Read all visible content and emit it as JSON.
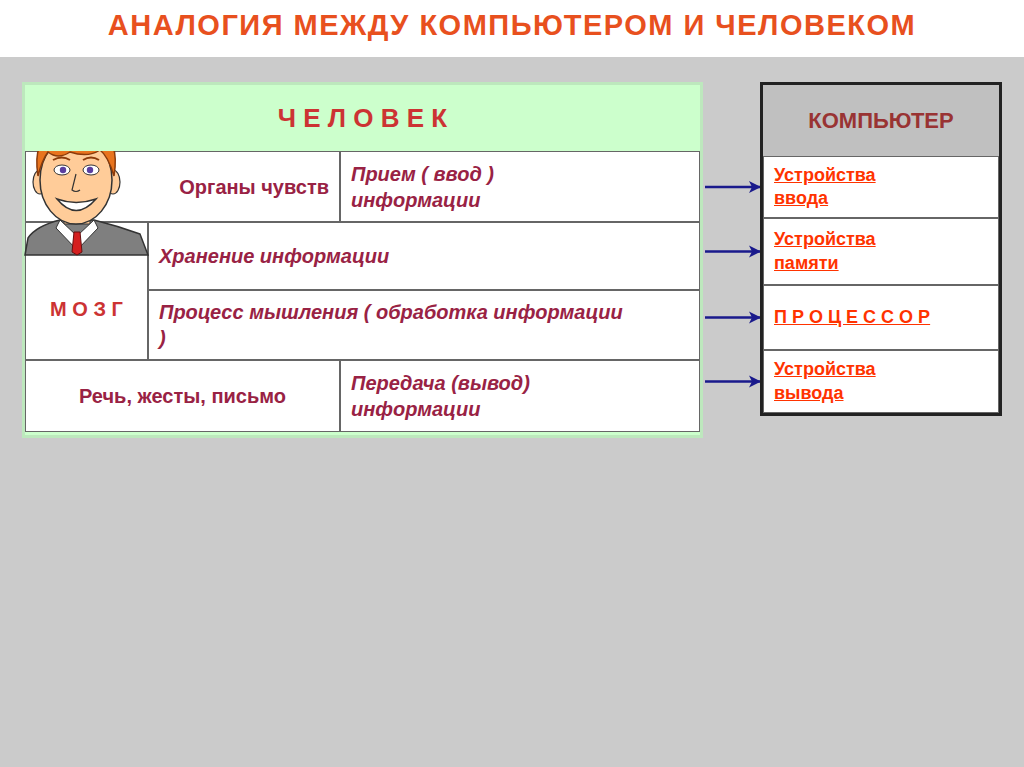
{
  "diagram": {
    "title": "АНАЛОГИЯ МЕЖДУ КОМПЬЮТЕРОМ И ЧЕЛОВЕКОМ",
    "nodes": [
      {
        "text": [
          "Ч Е Л О В Е К"
        ]
      },
      {
        "text": [
          "Органы чувств"
        ],
        "in": 0
      },
      {
        "text": [
          "Прием ( ввод ) информации"
        ],
        "in": 0
      },
      {
        "text": [
          "М О З Г"
        ],
        "in": 0
      },
      {
        "text": [
          "Хранение информации"
        ],
        "in": 0
      },
      {
        "text": [
          "Процесс мышления ( обработка информации )"
        ],
        "in": 0
      },
      {
        "text": [
          "Речь, жесты, письмо"
        ],
        "in": 0
      },
      {
        "text": [
          "Передача (вывод) информации"
        ],
        "in": 0
      },
      {
        "text": [
          "КОМПЬЮТЕР"
        ]
      },
      {
        "text": [
          "Устройства ввода"
        ],
        "in": 8
      },
      {
        "text": [
          "Устройства памяти"
        ],
        "in": 8
      },
      {
        "text": [
          "П Р О Ц Е С С О Р"
        ],
        "in": 8
      },
      {
        "text": [
          "Устройства вывода"
        ],
        "in": 8
      }
    ],
    "edges": [
      {
        "from": 2,
        "to": 9,
        "arrow": "to"
      },
      {
        "from": 4,
        "to": 10,
        "arrow": "to"
      },
      {
        "from": 5,
        "to": 11,
        "arrow": "to"
      },
      {
        "from": 7,
        "to": 12,
        "arrow": "to"
      }
    ]
  }
}
